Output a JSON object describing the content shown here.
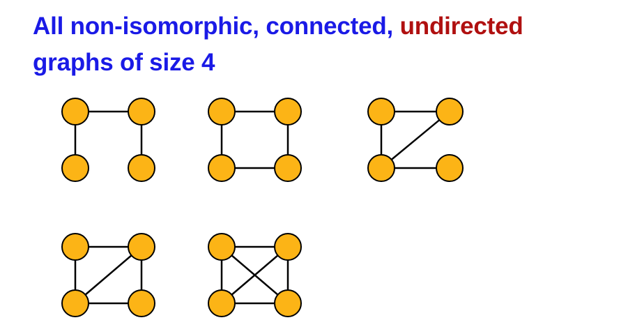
{
  "title": {
    "part1": "All non-isomorphic, connected, ",
    "highlight": "undirected",
    "part2": " graphs of size 4"
  },
  "colors": {
    "title": "#1a1ae6",
    "highlight": "#b01010",
    "vertex_fill": "#fcb416",
    "stroke": "#000000",
    "background": "#ffffff"
  },
  "graphs": [
    {
      "name": "path",
      "edges": [
        [
          0,
          1
        ],
        [
          0,
          2
        ],
        [
          1,
          3
        ]
      ]
    },
    {
      "name": "cycle",
      "edges": [
        [
          0,
          1
        ],
        [
          0,
          2
        ],
        [
          1,
          3
        ],
        [
          2,
          3
        ]
      ]
    },
    {
      "name": "triangle-with-pendant",
      "edges": [
        [
          0,
          1
        ],
        [
          0,
          2
        ],
        [
          1,
          2
        ],
        [
          2,
          3
        ]
      ]
    },
    {
      "name": "cycle-with-chord",
      "edges": [
        [
          0,
          1
        ],
        [
          0,
          2
        ],
        [
          1,
          3
        ],
        [
          2,
          3
        ],
        [
          1,
          2
        ]
      ]
    },
    {
      "name": "complete",
      "edges": [
        [
          0,
          1
        ],
        [
          0,
          2
        ],
        [
          1,
          3
        ],
        [
          2,
          3
        ],
        [
          0,
          3
        ],
        [
          1,
          2
        ]
      ]
    }
  ]
}
